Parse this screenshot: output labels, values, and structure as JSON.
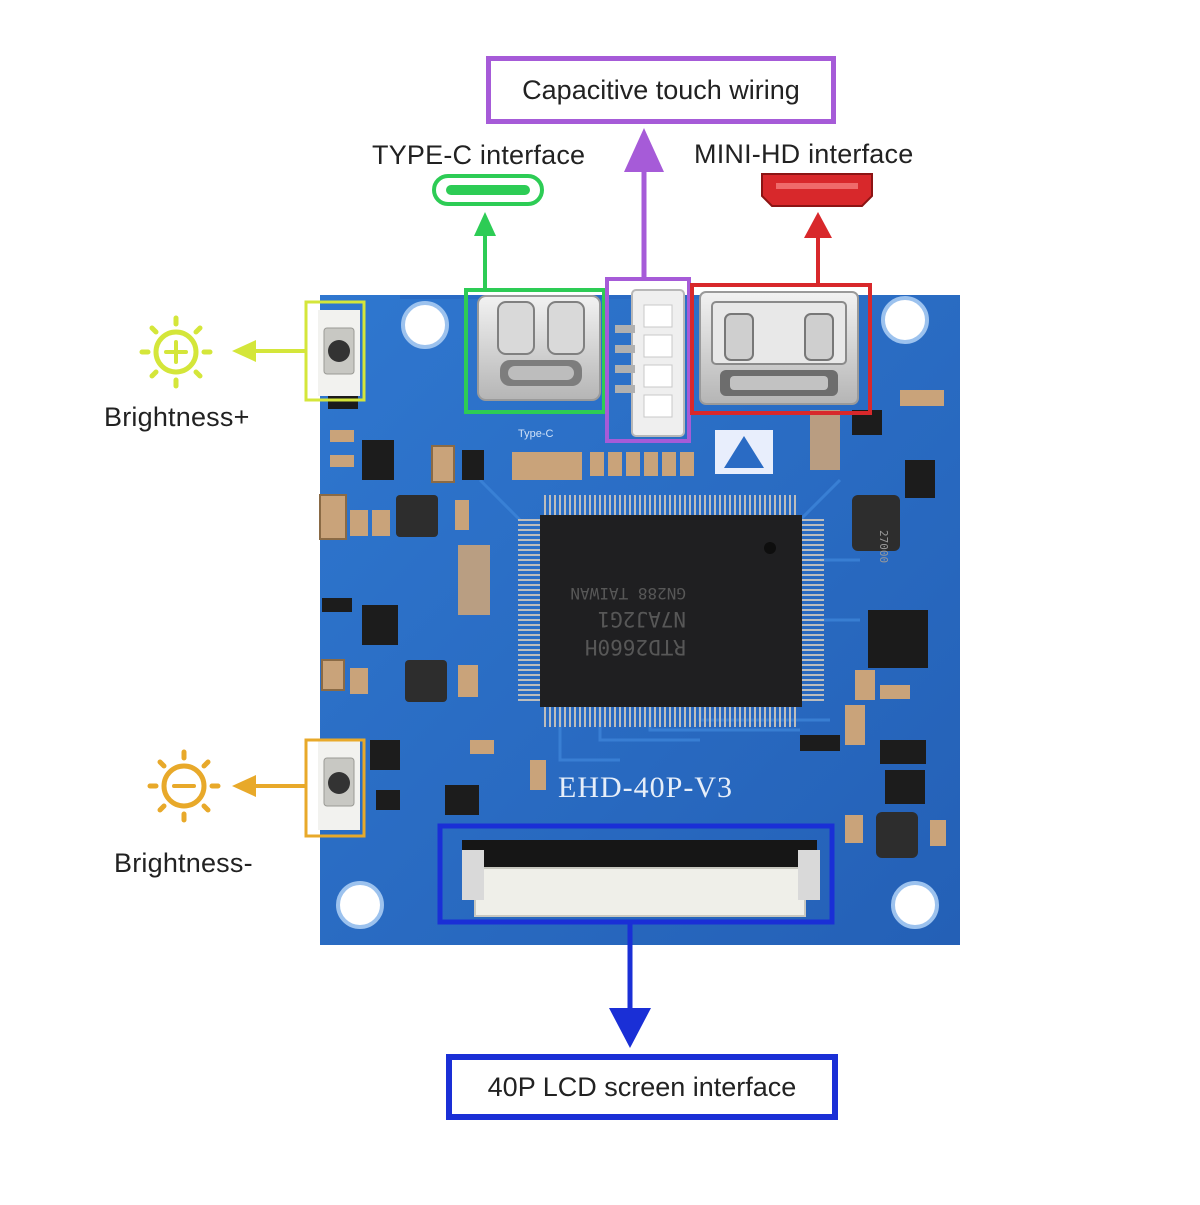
{
  "callouts": {
    "capacitive_touch": "Capacitive touch wiring",
    "type_c": "TYPE-C interface",
    "mini_hd": "MINI-HD interface",
    "brightness_up": "Brightness+",
    "brightness_down": "Brightness-",
    "lcd_40p": "40P LCD screen interface"
  },
  "board": {
    "model_silk": "EHD-40P-V3",
    "chip_lines": [
      "RTD2660H",
      "N7AJ2G1",
      "GN288 TAIWAN"
    ],
    "typec_silk": "Type-C",
    "inductor_mark": "27000"
  },
  "icons": {
    "brightness_up_icon": "sun-plus-icon",
    "brightness_down_icon": "sun-minus-icon",
    "type_c_icon": "usb-c-port-icon",
    "mini_hd_icon": "mini-hdmi-port-icon"
  },
  "colors": {
    "type_c": "#2dcc55",
    "capacitive_touch": "#a65bd8",
    "mini_hd": "#d8282b",
    "brightness_up": "#d4e63a",
    "brightness_down": "#e8a92a",
    "lcd_40p": "#1a2fd6",
    "pcb": "#2a6bc4"
  }
}
